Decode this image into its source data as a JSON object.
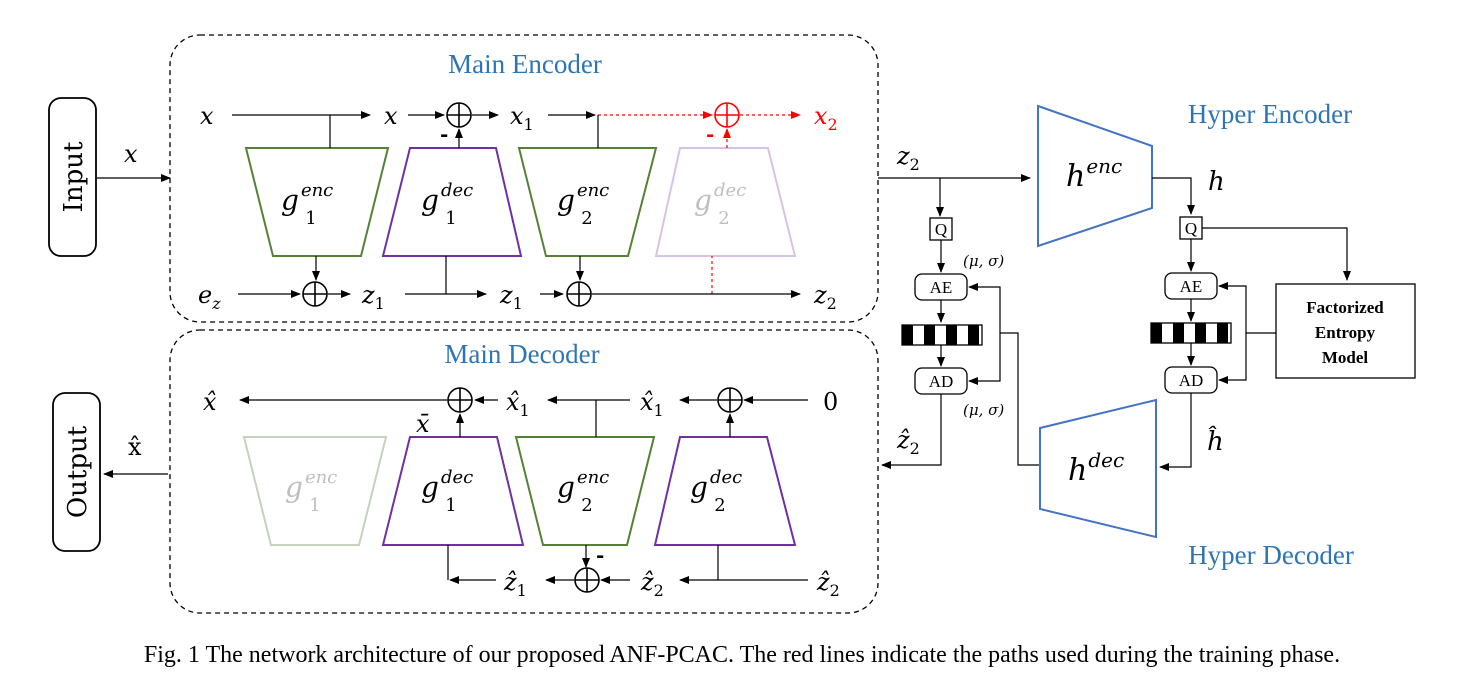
{
  "titles": {
    "main_encoder": "Main Encoder",
    "main_decoder": "Main Decoder",
    "hyper_encoder": "Hyper Encoder",
    "hyper_decoder": "Hyper Decoder"
  },
  "io": {
    "input": "Input",
    "output": "Output"
  },
  "boxes": {
    "q": "Q",
    "ae": "AE",
    "ad": "AD",
    "mu_sigma": "(μ, σ)"
  },
  "factorized_model": {
    "line1": "Factorized",
    "line2": "Entropy",
    "line3": "Model"
  },
  "symbols": {
    "x": "x",
    "x1": "x",
    "x1_sub": "1",
    "x2": "x",
    "x2_sub": "2",
    "z": "z",
    "e": "e",
    "sub1": "1",
    "sub2": "2",
    "subz": "z",
    "h": "h",
    "h_hat": "ĥ",
    "x_hat": "x̂",
    "x_bar": "x̄",
    "zero": "0",
    "g": "g",
    "enc": "enc",
    "dec": "dec",
    "minus": "-"
  },
  "caption": "Fig. 1 The network architecture of our proposed ANF-PCAC. The red lines indicate the paths used during the training phase.",
  "colors": {
    "green": "#548235",
    "purple": "#7030a0",
    "blue": "#4472c4",
    "red": "#ff0000",
    "title_blue": "#2e75b6",
    "faded": "#bfbfbf",
    "faded_purple": "#d9c2e6",
    "faded_green": "#c5d3bd"
  }
}
